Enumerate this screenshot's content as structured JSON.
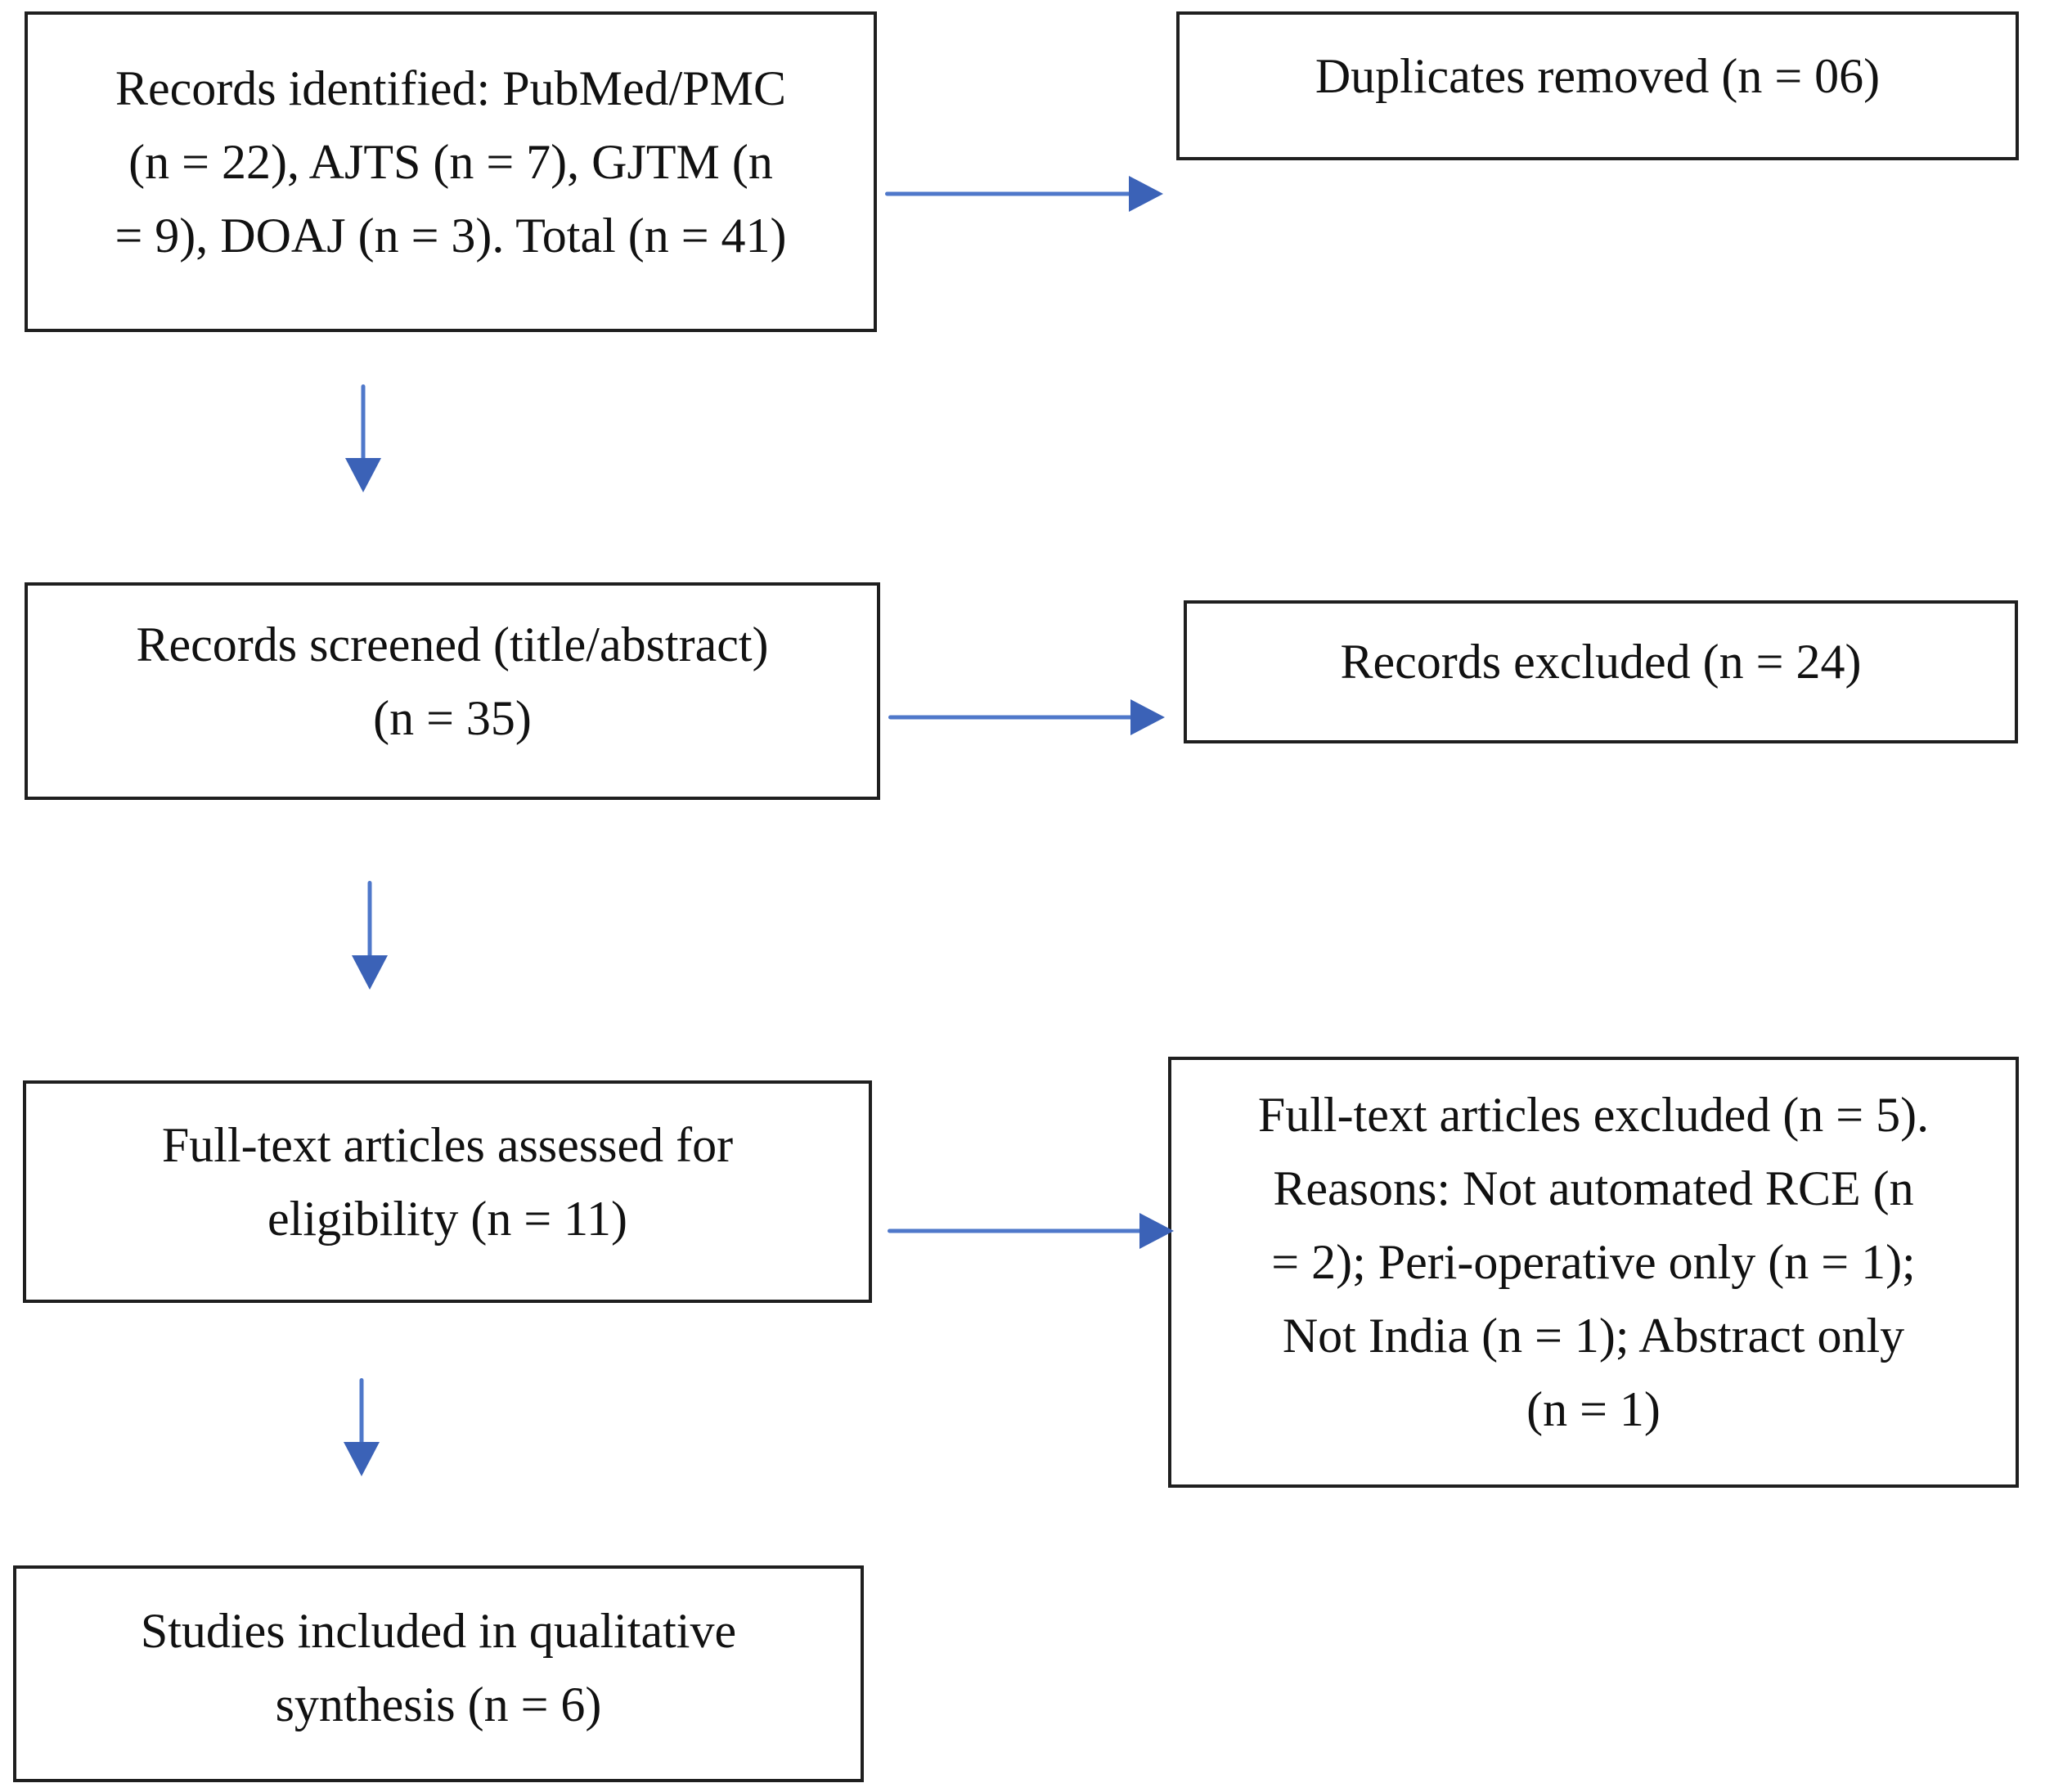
{
  "diagram": {
    "type": "prisma-flowchart",
    "background_color": "#ffffff",
    "box_border_color": "#1f1f1f",
    "arrow_shaft_color": "#4f78ca",
    "arrow_head_color": "#3b62b7",
    "boxes": [
      {
        "id": "records-identified",
        "lines": [
          "Records identified: PubMed/PMC",
          "(n = 22), AJTS (n = 7), GJTM (n",
          "= 9), DOAJ (n = 3). Total (n = 41)"
        ]
      },
      {
        "id": "duplicates-removed",
        "lines": [
          "Duplicates removed (n = 06)"
        ]
      },
      {
        "id": "records-screened",
        "lines": [
          "Records screened (title/abstract)",
          "(n = 35)"
        ]
      },
      {
        "id": "records-excluded",
        "lines": [
          "Records excluded (n = 24)"
        ]
      },
      {
        "id": "fulltext-assessed",
        "lines": [
          "Full-text articles assessed for",
          "eligibility (n = 11)"
        ]
      },
      {
        "id": "fulltext-excluded",
        "lines": [
          "Full-text articles excluded (n = 5).",
          "Reasons: Not automated RCE (n",
          "= 2); Peri-operative only (n = 1);",
          "Not India (n = 1); Abstract only",
          "(n = 1)"
        ]
      },
      {
        "id": "studies-included",
        "lines": [
          "Studies included in qualitative",
          "synthesis (n = 6)"
        ]
      }
    ]
  }
}
